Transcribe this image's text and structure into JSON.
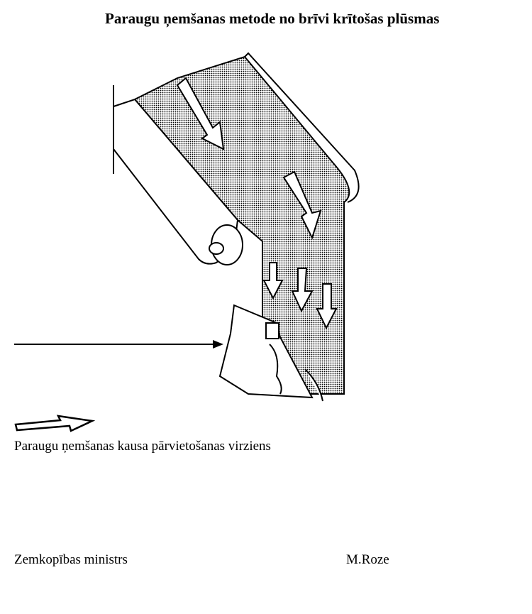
{
  "document": {
    "title": "Paraugu ņemšanas metode no brīvi krītošas plūsmas",
    "figure_caption": "Paraugu ņemšanas kausa pārvietošanas virziens",
    "signature": {
      "position": "Zemkopības ministrs",
      "name": "M.Roze"
    }
  },
  "colors": {
    "ink": "#000000",
    "paper": "#ffffff"
  }
}
